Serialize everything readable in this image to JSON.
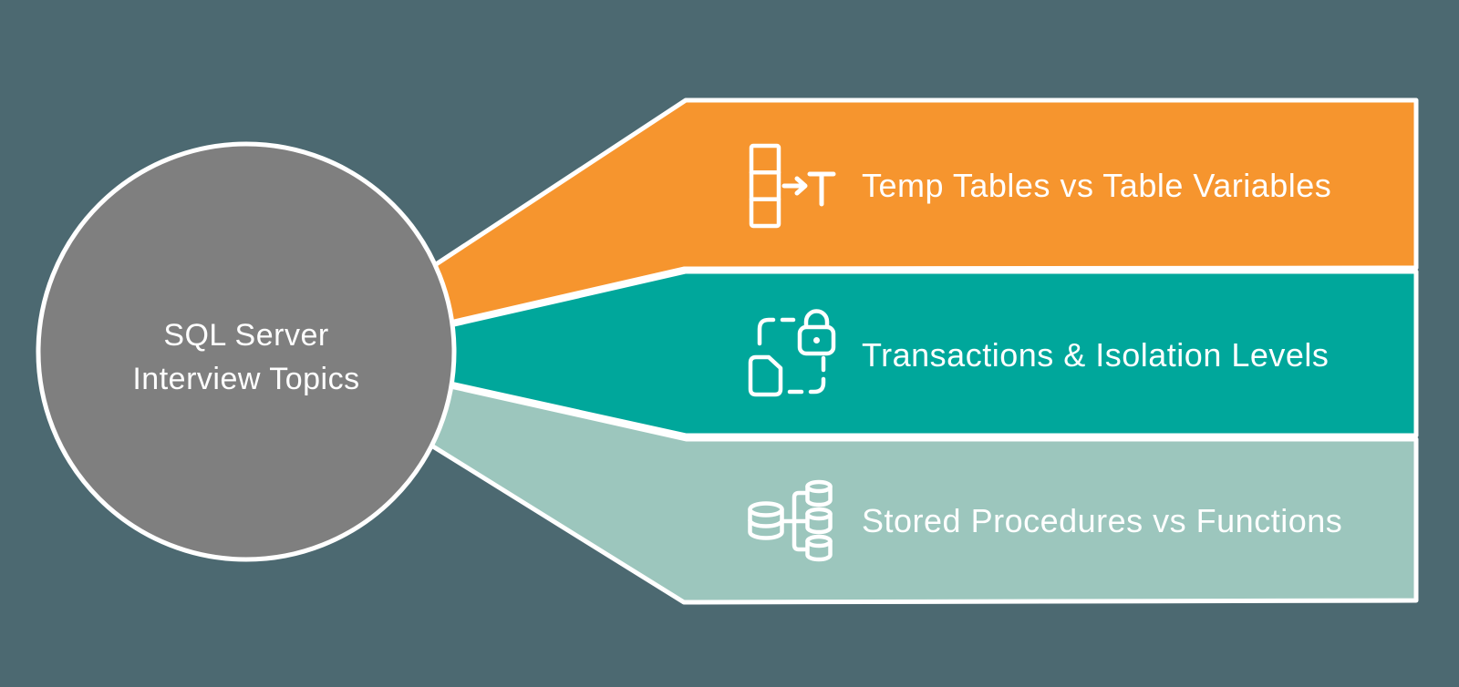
{
  "central": {
    "line1": "SQL Server",
    "line2": "Interview Topics"
  },
  "topics": [
    {
      "label": "Temp Tables vs Table Variables",
      "icon": "temp-table-to-variable-icon",
      "color": "#F6952E"
    },
    {
      "label": "Transactions & Isolation Levels",
      "icon": "transaction-lock-icon",
      "color": "#00A79B"
    },
    {
      "label": "Stored Procedures vs Functions",
      "icon": "stored-procedure-branch-icon",
      "color": "#9CC6BD"
    }
  ],
  "colors": {
    "background": "#4C6971",
    "circle_fill": "#7F7F7F",
    "outline": "#FFFFFF",
    "label_text": "#FFFFFF"
  }
}
